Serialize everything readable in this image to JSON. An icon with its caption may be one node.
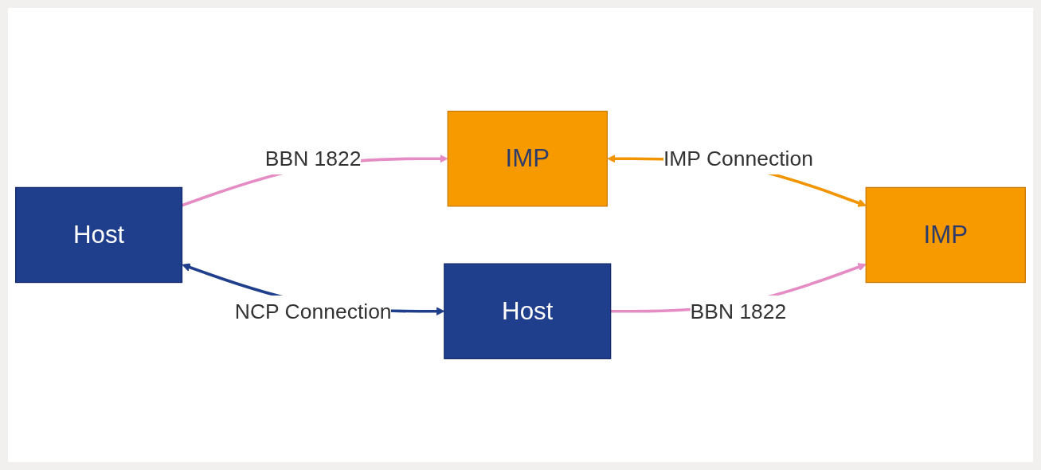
{
  "diagram": {
    "nodes": [
      {
        "text": [
          "Host"
        ]
      },
      {
        "text": [
          "IMP"
        ]
      },
      {
        "text": [
          "IMP"
        ]
      },
      {
        "text": [
          "Host"
        ]
      }
    ],
    "edges": [
      {
        "from": 0,
        "to": 3,
        "arrow": "both",
        "label": "NCP Connection",
        "color": "#1f3e8c"
      },
      {
        "from": 1,
        "to": 2,
        "arrow": "both",
        "label": "IMP Connection",
        "color": "#f29400"
      },
      {
        "from": 0,
        "to": 1,
        "arrow": "to",
        "label": "BBN 1822",
        "color": "#e58cc4"
      },
      {
        "from": 3,
        "to": 2,
        "arrow": "to",
        "label": "BBN 1822",
        "color": "#e58cc4"
      }
    ]
  }
}
